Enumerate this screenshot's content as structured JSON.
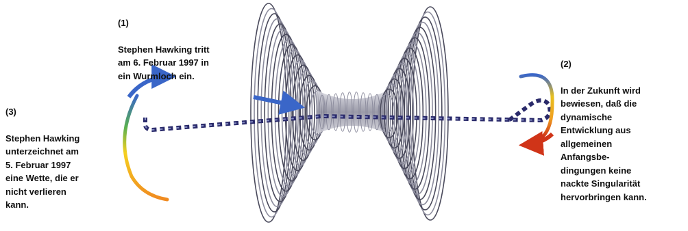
{
  "annotations": [
    {
      "number": "(1)",
      "text": "Stephen Hawking tritt\nam 6. Februar 1997 in\nein Wurmloch ein."
    },
    {
      "number": "(2)",
      "text": "In der Zukunft wird\nbewiesen, daß die\ndynamische\nEntwicklung aus\nallgemeinen\nAnfangsbe-\ndingungen keine\nnackte Singularität\nhervorbringen kann."
    },
    {
      "number": "(3)",
      "text": "Stephen Hawking\nunterzeichnet am\n5. Februar 1997\neine Wette, die er\nnicht verlieren\nkann."
    }
  ],
  "colors": {
    "funnel": "#8d8d9e",
    "funnel_dark": "#4a4a5c",
    "worldline": "#2a2a6a",
    "arrow_blue": "#3a66c8",
    "arrow_orange": "#f0a020",
    "arrow_red": "#d03418",
    "arrow_green": "#58b050"
  },
  "icons": {
    "wormhole": "wormhole-illustration",
    "arrow_top_left": "curved-arrow-blue-icon",
    "arrow_left": "curved-arc-orange-icon",
    "arrow_center": "straight-arrow-blue-icon",
    "arrow_right_top": "curved-arc-blue-icon",
    "arrow_right_bottom": "curved-arrow-red-icon"
  }
}
